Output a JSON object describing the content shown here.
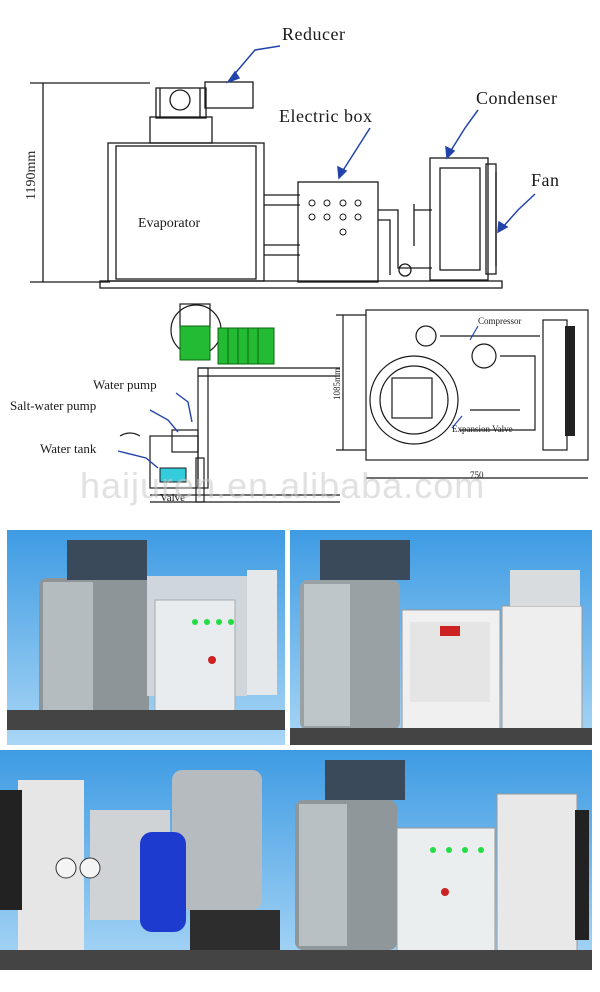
{
  "labels": {
    "reducer": "Reducer",
    "electric_box": "Electric box",
    "condenser": "Condenser",
    "fan": "Fan",
    "evaporator": "Evaporator",
    "height_top": "1190mm",
    "water_pump": "Water pump",
    "salt_water_pump": "Salt-water pump",
    "water_tank": "Water tank",
    "valve": "Valve",
    "compressor": "Compressor",
    "expansion_valve": "Expansion Valve",
    "height_mid": "1085mm",
    "width_mid": "750"
  },
  "watermark": "haijuren.en.alibaba.com",
  "colors": {
    "line": "#1a1a1a",
    "arrow": "#2244aa",
    "green": "#22bb33",
    "sky": "#3e9be3"
  }
}
